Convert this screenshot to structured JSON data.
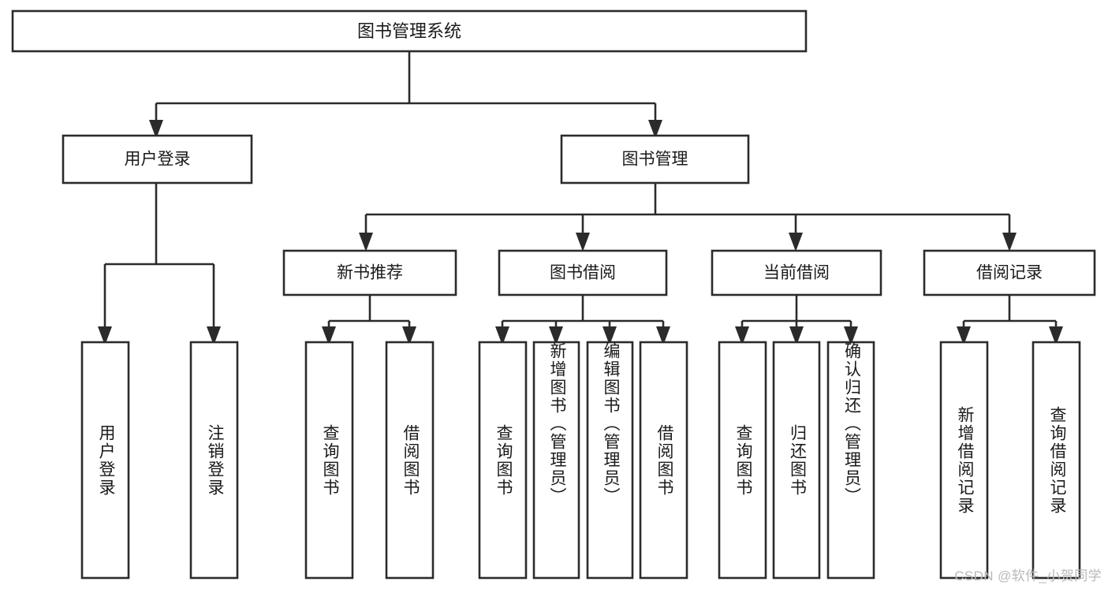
{
  "diagram": {
    "type": "tree-hierarchy-chart",
    "title": "图书管理系统",
    "watermark": "CSDN @软件_小贺同学",
    "colors": {
      "stroke": "#2b2b2b",
      "fill": "#ffffff",
      "text": "#1a1a1a",
      "watermark": "#b9b9b9",
      "background": "#ffffff"
    },
    "root": {
      "label": "图书管理系统",
      "children": [
        {
          "label": "用户登录",
          "children": [
            {
              "label": "用户登录"
            },
            {
              "label": "注销登录"
            }
          ]
        },
        {
          "label": "图书管理",
          "children": [
            {
              "label": "新书推荐",
              "children": [
                {
                  "label": "查询图书"
                },
                {
                  "label": "借阅图书"
                }
              ]
            },
            {
              "label": "图书借阅",
              "children": [
                {
                  "label": "查询图书"
                },
                {
                  "label": "新增图书（管理员）"
                },
                {
                  "label": "编辑图书（管理员）"
                },
                {
                  "label": "借阅图书"
                }
              ]
            },
            {
              "label": "当前借阅",
              "children": [
                {
                  "label": "查询图书"
                },
                {
                  "label": "归还图书"
                },
                {
                  "label": "确认归还（管理员）"
                }
              ]
            },
            {
              "label": "借阅记录",
              "children": [
                {
                  "label": "新增借阅记录"
                },
                {
                  "label": "查询借阅记录"
                }
              ]
            }
          ]
        }
      ]
    },
    "nodes": {
      "root_title": "图书管理系统",
      "l1_user_login": "用户登录",
      "l1_book_mgmt": "图书管理",
      "l2_new_book_rec": "新书推荐",
      "l2_book_borrow": "图书借阅",
      "l2_current_borrow": "当前借阅",
      "l2_borrow_record": "借阅记录",
      "leaf_user_login": "用户登录",
      "leaf_logout": "注销登录",
      "leaf_query_book_a": "查询图书",
      "leaf_borrow_book_a": "借阅图书",
      "leaf_query_book_b": "查询图书",
      "leaf_add_book_admin": "新增图书（管理员）",
      "leaf_edit_book_admin": "编辑图书（管理员）",
      "leaf_borrow_book_b": "借阅图书",
      "leaf_query_book_c": "查询图书",
      "leaf_return_book": "归还图书",
      "leaf_confirm_return_admin": "确认归还（管理员）",
      "leaf_add_borrow_record": "新增借阅记录",
      "leaf_query_borrow_record": "查询借阅记录"
    }
  }
}
